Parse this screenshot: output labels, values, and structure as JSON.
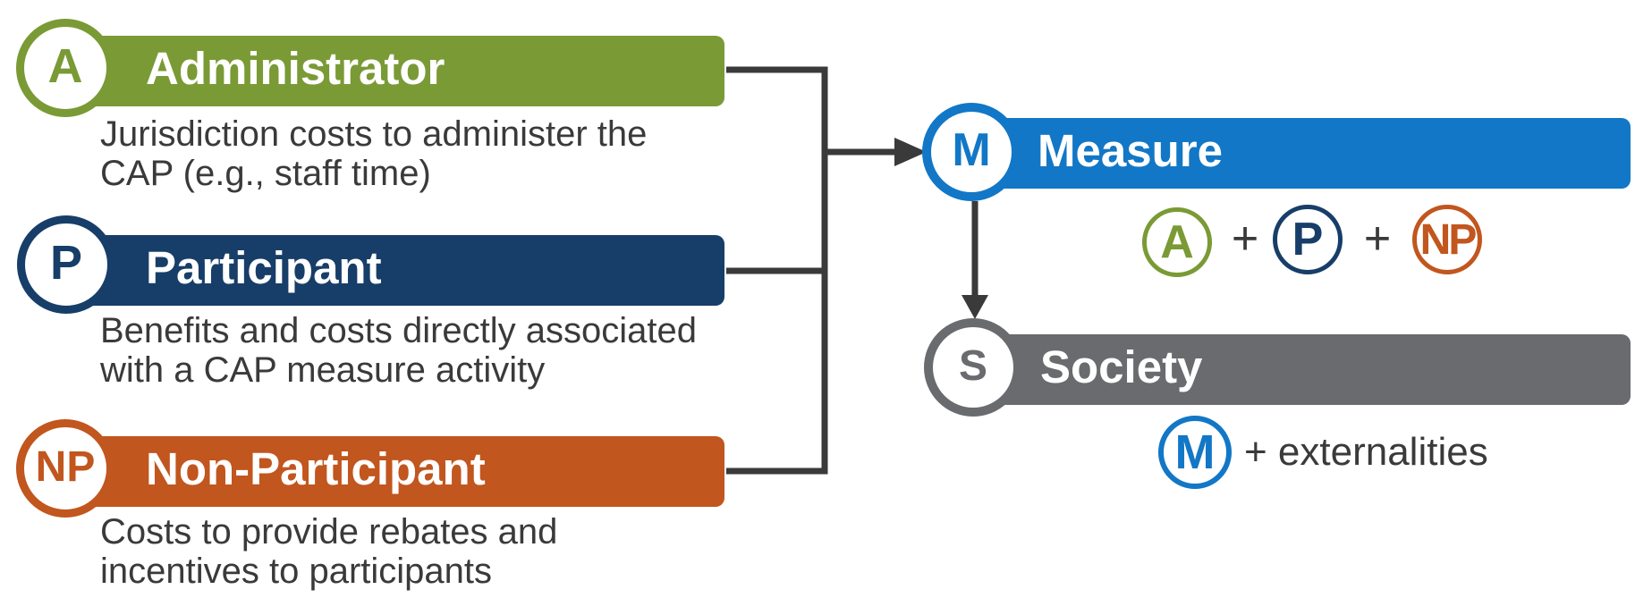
{
  "colors": {
    "administrator": "#7A9A35",
    "participant": "#173E68",
    "non_participant": "#C1561E",
    "measure": "#1277C6",
    "society": "#6A6B6E",
    "ink": "#3A3A3A",
    "background": "#FFFFFF"
  },
  "administrator": {
    "letter": "A",
    "title": "Administrator",
    "description": "Jurisdiction costs to administer the\nCAP (e.g., staff time)"
  },
  "participant": {
    "letter": "P",
    "title": "Participant",
    "description": "Benefits and costs directly associated\nwith a CAP measure activity"
  },
  "non_participant": {
    "letter": "NP",
    "title": "Non-Participant",
    "description": "Costs to provide rebates and\nincentives to participants"
  },
  "measure": {
    "letter": "M",
    "title": "Measure",
    "equation": {
      "term1": "A",
      "plus1": "+",
      "term2": "P",
      "plus2": "+",
      "term3": "NP"
    }
  },
  "society": {
    "letter": "S",
    "title": "Society",
    "equation": {
      "term": "M",
      "text": "+ externalities"
    }
  }
}
